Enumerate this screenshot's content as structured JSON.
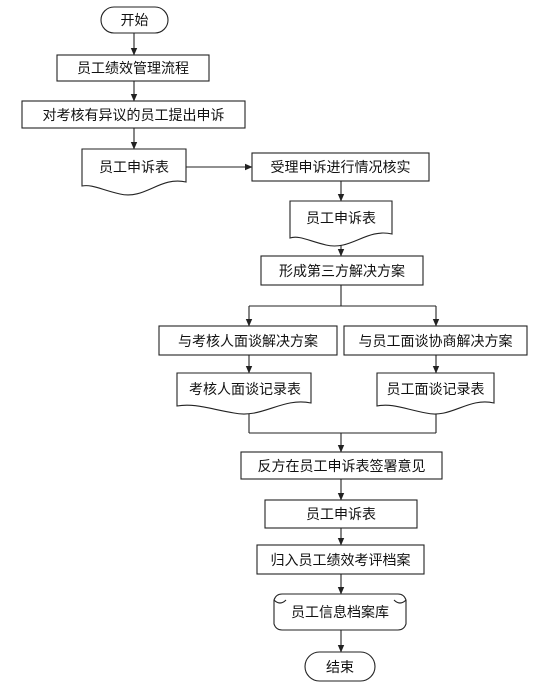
{
  "flowchart": {
    "start": "开始",
    "step_performance_flow": "员工绩效管理流程",
    "step_raise_appeal": "对考核有异议的员工提出申诉",
    "doc_appeal_form_1": "员工申诉表",
    "step_accept_verify": "受理申诉进行情况核实",
    "doc_appeal_form_2": "员工申诉表",
    "step_third_party_plan": "形成第三方解决方案",
    "step_interview_assessor": "与考核人面谈解决方案",
    "step_interview_employee": "与员工面谈协商解决方案",
    "doc_assessor_record": "考核人面谈记录表",
    "doc_employee_record": "员工面谈记录表",
    "step_sign_opinion": "反方在员工申诉表签署意见",
    "step_appeal_form": "员工申诉表",
    "step_archive": "归入员工绩效考评档案",
    "db_employee_archive": "员工信息档案库",
    "end": "结束"
  }
}
